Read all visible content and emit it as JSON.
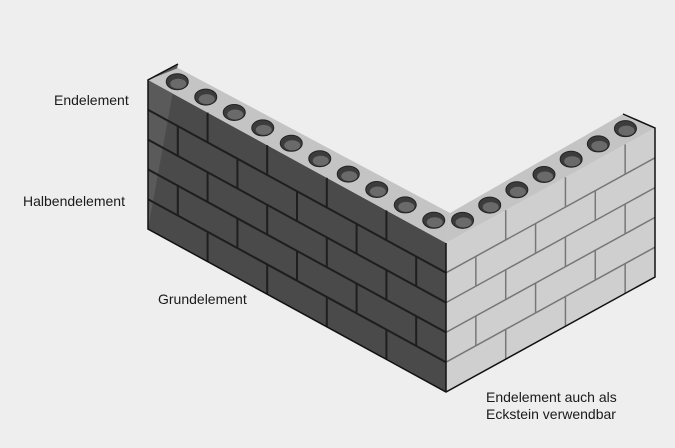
{
  "labels": {
    "end_element": "Endelement",
    "half_end_element": "Halbendelement",
    "base_element": "Grundelement",
    "corner_line1": "Endelement auch als",
    "corner_line2": "Eckstein verwendbar"
  },
  "colors": {
    "background": "#eeeeee",
    "front_face": "#4a4a4a",
    "front_face_top": "#404040",
    "side_face": "#cfcfcf",
    "top_face": "#c4c4c4",
    "hole": "#6a6a6a",
    "hole_dark": "#3c3c3c",
    "mortar_dark": "#1e1e1e",
    "mortar_light": "#777777"
  }
}
